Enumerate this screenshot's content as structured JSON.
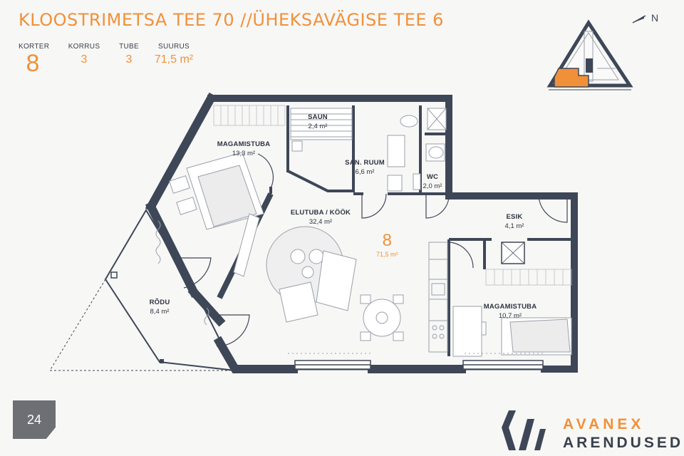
{
  "header": {
    "title": "KLOOSTRIMETSA TEE 70 //ÜHEKSAVÄGISE TEE 6",
    "stats": [
      {
        "label": "KORTER",
        "value": "8"
      },
      {
        "label": "KORRUS",
        "value": "3"
      },
      {
        "label": "TUBE",
        "value": "3"
      },
      {
        "label": "SUURUS",
        "value": "71,5 m²"
      }
    ]
  },
  "compass": {
    "label": "N"
  },
  "apartment": {
    "number": "8",
    "area": "71,5 m²"
  },
  "rooms": [
    {
      "name": "SAUN",
      "area": "2,4 m²"
    },
    {
      "name": "MAGAMISTUBA",
      "area": "13,3 m²"
    },
    {
      "name": "SAN. RUUM",
      "area": "6,6 m²"
    },
    {
      "name": "WC",
      "area": "2,0 m²"
    },
    {
      "name": "ELUTUBA / KÖÖK",
      "area": "32,4 m²"
    },
    {
      "name": "ESIK",
      "area": "4,1 m²"
    },
    {
      "name": "RÕDU",
      "area": "8,4 m²"
    },
    {
      "name": "MAGAMISTUBA",
      "area": "10,7 m²"
    }
  ],
  "page": {
    "number": "24"
  },
  "brand": {
    "line1": "AVANEX",
    "line2": "ARENDUSED"
  },
  "colors": {
    "accent": "#f0913a",
    "wall": "#3e4757",
    "text": "#3a404c"
  }
}
